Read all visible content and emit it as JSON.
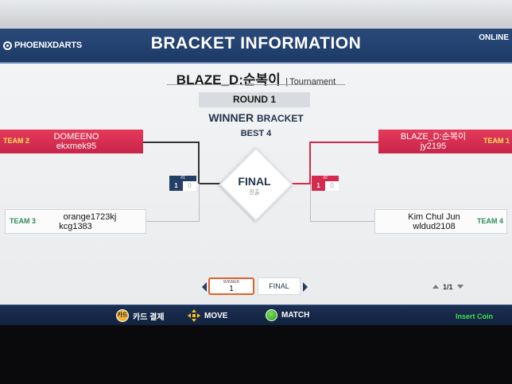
{
  "header": {
    "logo": "PHOENIXDARTS",
    "title": "BRACKET INFORMATION",
    "status": "ONLINE"
  },
  "match_info": {
    "player": "BLAZE_D:순복이",
    "mode": "Tournament",
    "round": "ROUND 1",
    "bracket_main": "WINNER",
    "bracket_suffix": "BRACKET",
    "best": "BEST 4"
  },
  "teams": {
    "left_top": {
      "label": "TEAM 2",
      "name1": "DOMEENO",
      "name2": "ekxmek95"
    },
    "left_bottom": {
      "label": "TEAM 3",
      "name1": "orange1723kj",
      "name2": "kcg1383"
    },
    "right_top": {
      "label": "TEAM 1",
      "name1": "BLAZE_D:순복이",
      "name2": "jy2195"
    },
    "right_bottom": {
      "label": "TEAM 4",
      "name1": "Kim Chul Jun",
      "name2": "wldud2108"
    }
  },
  "scores": {
    "match1": {
      "tag": "#1",
      "a": "1",
      "b": "0"
    },
    "match2": {
      "tag": "#2",
      "a": "1",
      "b": "0"
    }
  },
  "final": {
    "label": "FINAL",
    "sub": "진출"
  },
  "nav": {
    "winner_label": "WINNER",
    "winner_value": "1",
    "final_label": "FINAL",
    "page": "1/1"
  },
  "footer": {
    "card_icon_text": "카드",
    "card_label": "카드 결제",
    "move_label": "MOVE",
    "match_label": "MATCH",
    "insert": "Insert Coin"
  },
  "colors": {
    "header": "#1d3a66",
    "team_red": "#d42a4e",
    "team_label_yellow": "#ffe65a",
    "team_label_green": "#2f8a5a",
    "winner_border": "#e0602a",
    "insert_coin": "#3fe04a"
  }
}
